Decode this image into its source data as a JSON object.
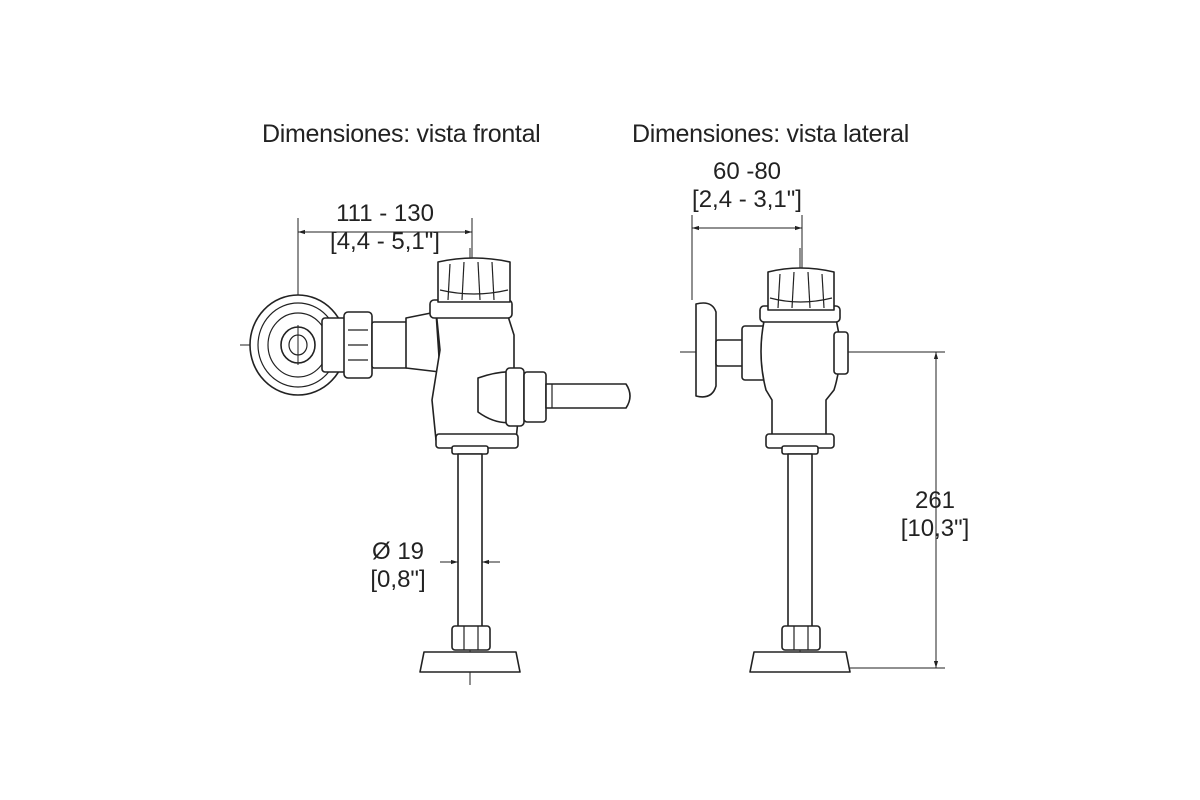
{
  "front_view": {
    "title": "Dimensiones: vista frontal",
    "width_mm": "111 - 130",
    "width_in": "[4,4 - 5,1\"]",
    "diameter_mm": "Ø 19",
    "diameter_in": "[0,8\"]"
  },
  "side_view": {
    "title": "Dimensiones: vista lateral",
    "depth_mm": "60 -80",
    "depth_in": "[2,4 - 3,1\"]",
    "height_mm": "261",
    "height_in": "[10,3\"]"
  }
}
